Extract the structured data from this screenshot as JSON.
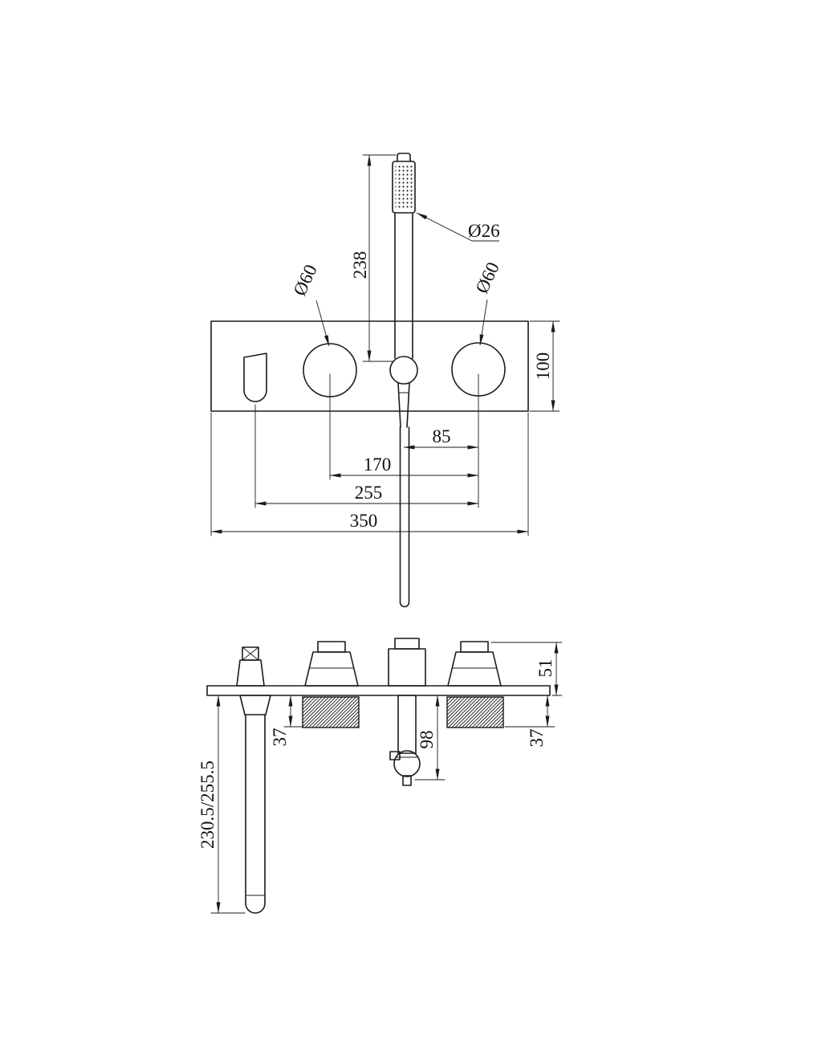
{
  "colors": {
    "ink": "#1b1b1b",
    "paper": "#ffffff"
  },
  "front_view": {
    "dia_handset": "Ø26",
    "dia_knob_left": "Ø60",
    "dia_knob_right": "Ø60",
    "height_handset": "238",
    "plate_height": "100",
    "spacing_center_to_knob": "85",
    "spacing_knob_to_knob": "170",
    "spacing_spout_to_knob": "255",
    "plate_width": "350"
  },
  "side_view": {
    "body_depth": "51",
    "cartridge_depth_left": "37",
    "handset_depth": "98",
    "cartridge_depth_right": "37",
    "spout_length": "230.5/255.5"
  }
}
